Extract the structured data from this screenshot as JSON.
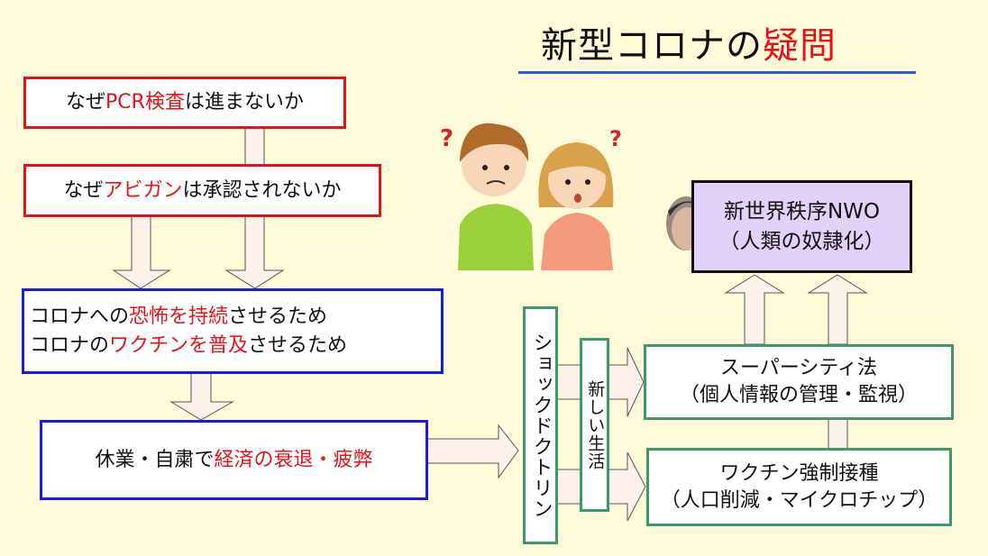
{
  "title": {
    "part1": "新型コロナの",
    "part2": "疑問"
  },
  "question_boxes": [
    {
      "prefix": "なぜ",
      "highlight": "PCR検査",
      "suffix": "は進まないか"
    },
    {
      "prefix": "なぜ",
      "highlight": "アビガン",
      "suffix": "は承認されないか"
    }
  ],
  "purpose_box": {
    "line1": {
      "prefix": "コロナへの",
      "highlight": "恐怖を持続",
      "suffix": "させるため"
    },
    "line2": {
      "prefix": "コロナの",
      "highlight": "ワクチンを普及",
      "suffix": "させるため"
    }
  },
  "economy_box": {
    "prefix": "休業・自粛で",
    "highlight": "経済の衰退・疲弊"
  },
  "shock_doctrine": "ショックドクトリン",
  "new_life": "新しい生活",
  "supercity_box": {
    "line1": "スーパーシティ法",
    "line2": "（個人情報の管理・監視）"
  },
  "vaccine_box": {
    "line1": "ワクチン強制接種",
    "line2": "（人口削減・マイクロチップ）"
  },
  "nwo_box": {
    "line1": "新世界秩序NWO",
    "line2": "（人類の奴隷化）"
  },
  "question_mark": "?",
  "colors": {
    "background": "#fffbd9",
    "red": "#e0141a",
    "blue": "#1a1ae0",
    "green": "#3a9a6a",
    "nwo_fill": "#e2d2f8"
  }
}
